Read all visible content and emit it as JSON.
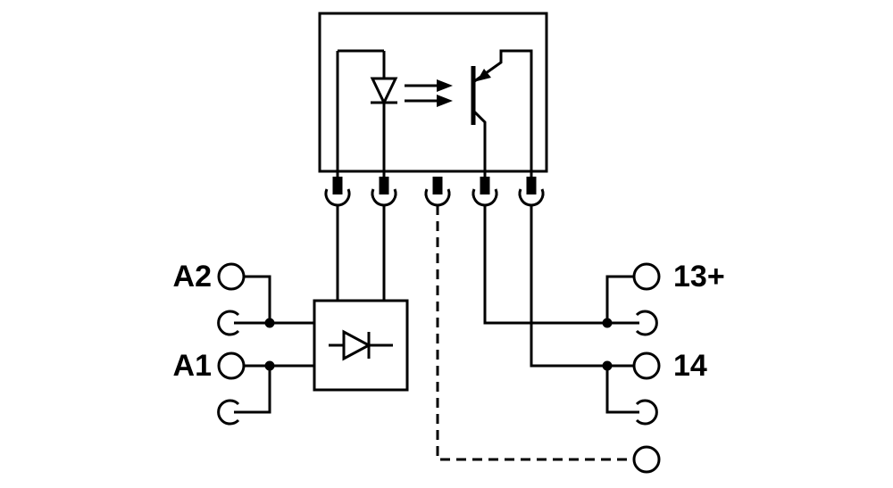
{
  "colors": {
    "background": "#ffffff",
    "line": "#000000"
  },
  "labels": {
    "a2": "A2",
    "a1": "A1",
    "plus13": "13+",
    "out14": "14"
  },
  "icons": [
    "optocoupler-box",
    "led-diode-icon",
    "light-arrows-icon",
    "phototransistor-icon",
    "bridge-diode-icon",
    "terminal-socket-icon",
    "screw-terminal-circle-icon",
    "junction-dot",
    "dashed-wire"
  ]
}
